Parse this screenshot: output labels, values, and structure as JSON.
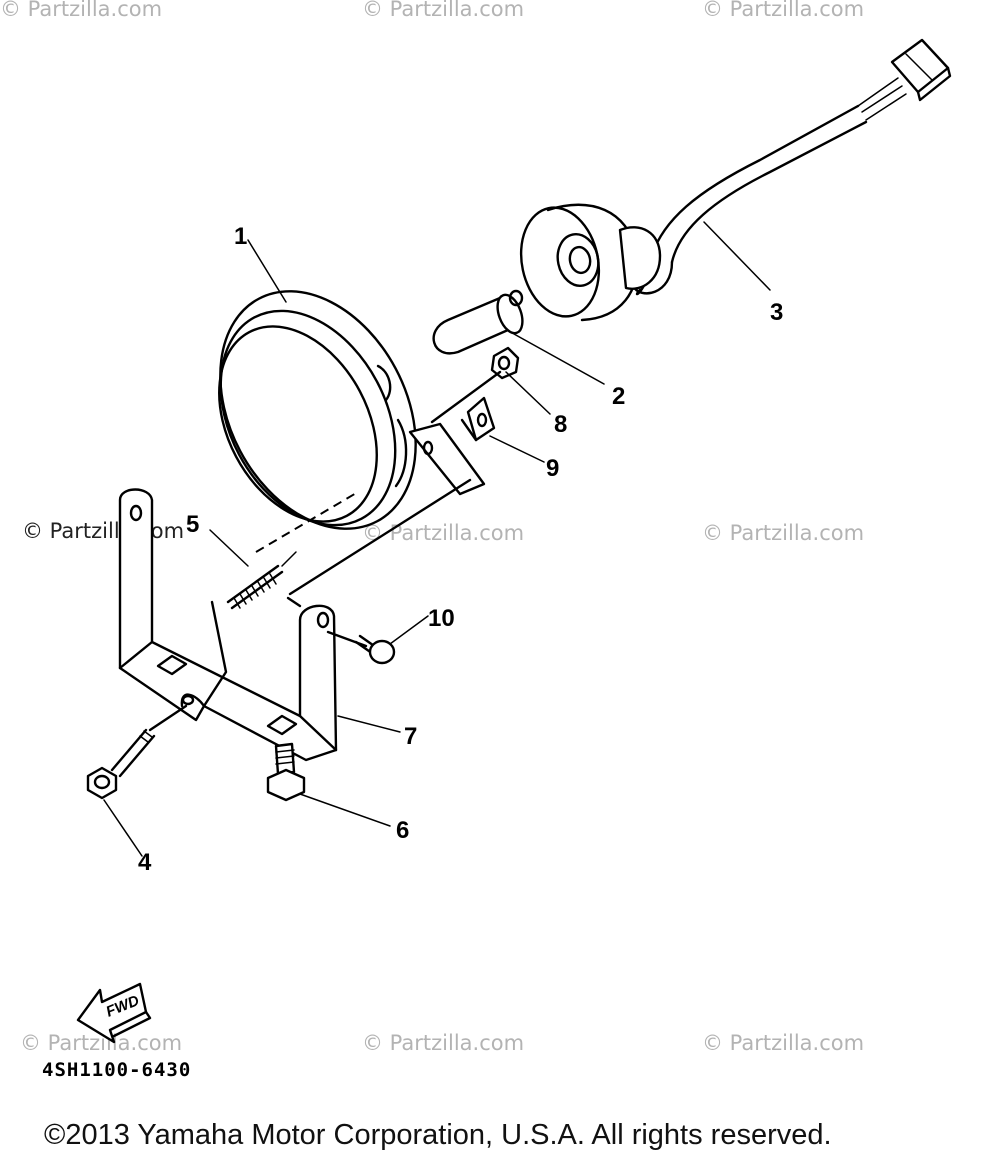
{
  "diagram": {
    "callouts": [
      "1",
      "2",
      "3",
      "4",
      "5",
      "6",
      "7",
      "8",
      "9",
      "10"
    ],
    "part_code": "4SH1100-6430",
    "direction_label": "FWD",
    "copyright": "©2013 Yamaha Motor Corporation, U.S.A. All rights reserved.",
    "watermark": "© Partzilla.com"
  }
}
